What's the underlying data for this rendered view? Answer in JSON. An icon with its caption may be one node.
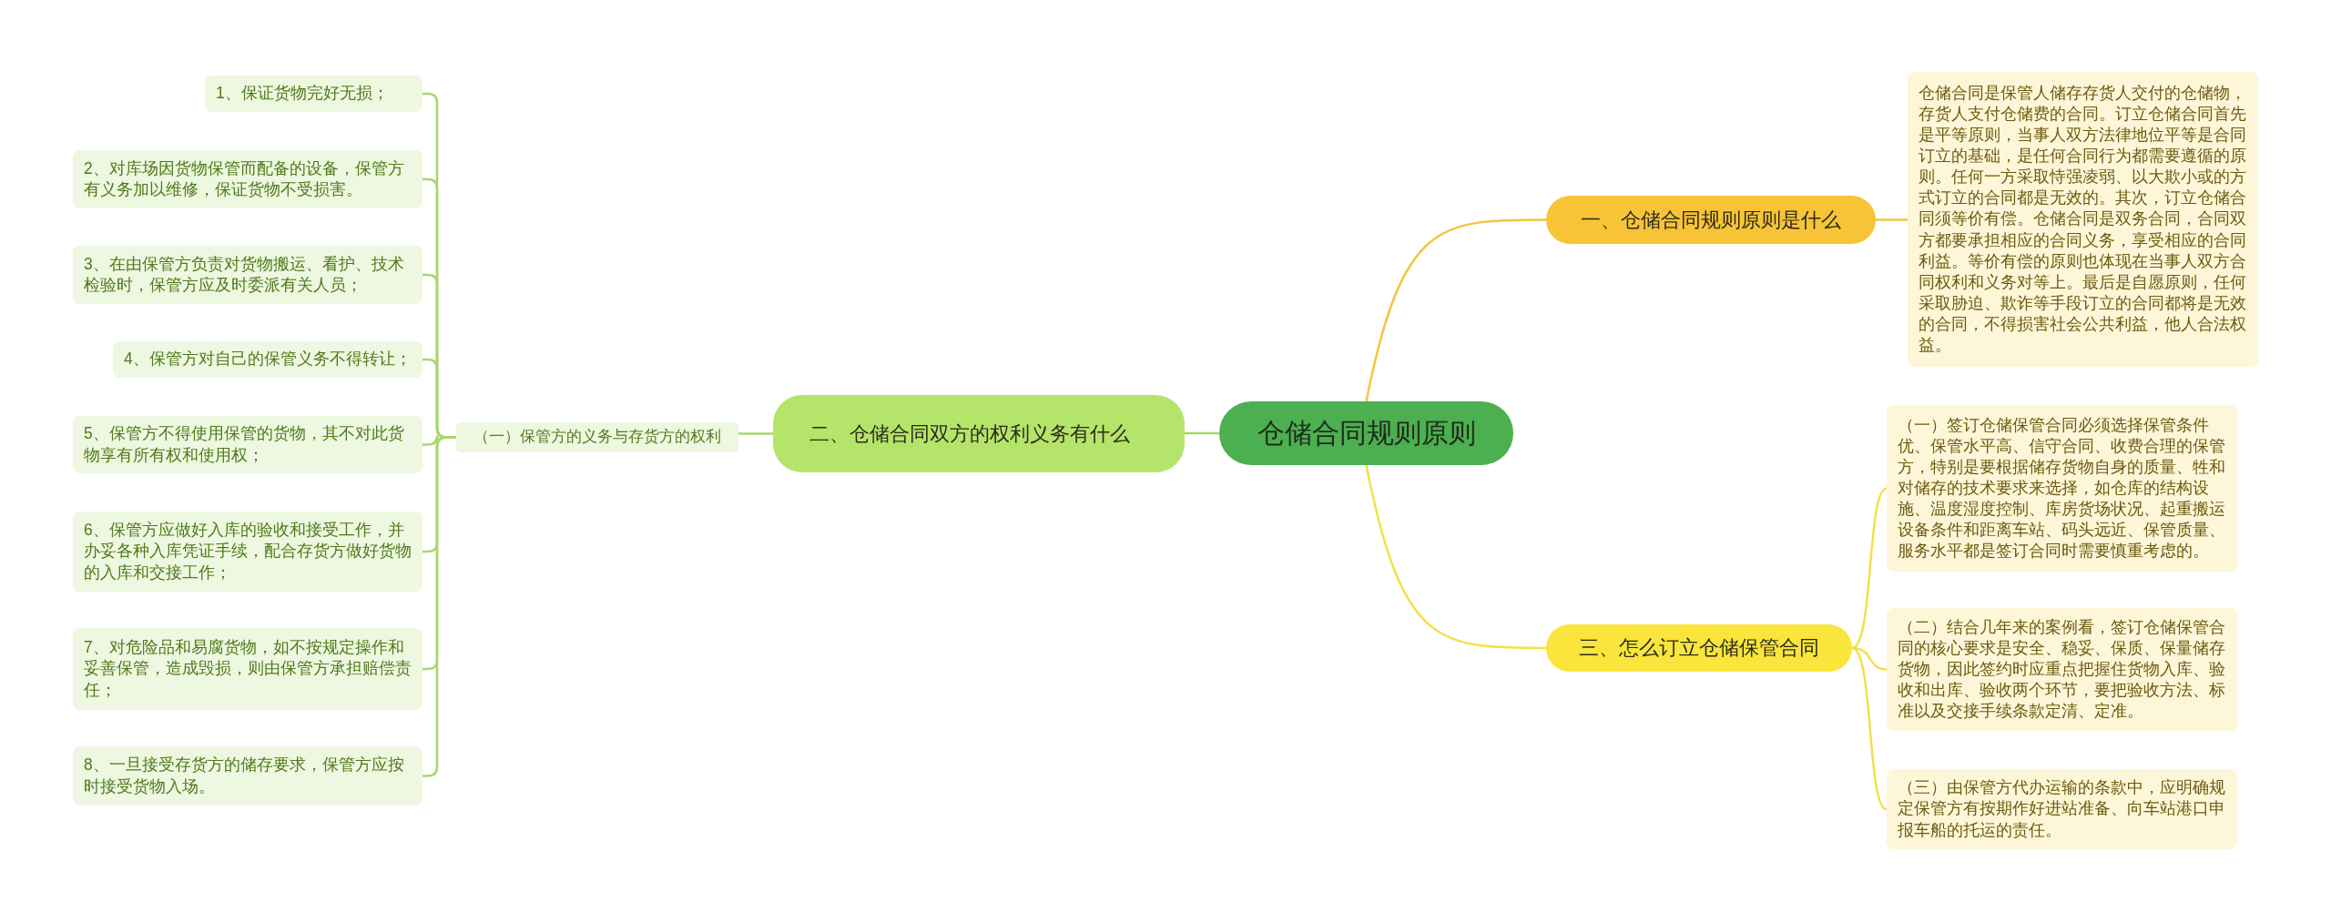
{
  "diagram": {
    "nodes": [
      {
        "text": [
          "仓储合同规则原则"
        ]
      },
      {
        "text": [
          "二、仓储合同双方的权利义务有什么"
        ]
      },
      {
        "text": [
          "（一）保管方的义务与存货方的权利"
        ]
      },
      {
        "text": [
          "1、保证货物完好无损；"
        ]
      },
      {
        "text": [
          "2、对库场因货物保管而配备的设备，保管方有义务加以维修，保证货物不受损害。"
        ]
      },
      {
        "text": [
          "3、在由保管方负责对货物搬运、看护、技术检验时，保管方应及时委派有关人员；"
        ]
      },
      {
        "text": [
          "4、保管方对自己的保管义务不得转让；"
        ]
      },
      {
        "text": [
          "5、保管方不得使用保管的货物，其不对此货物享有所有权和使用权；"
        ]
      },
      {
        "text": [
          "6、保管方应做好入库的验收和接受工作，并办妥各种入库凭证手续，配合存货方做好货物的入库和交接工作；"
        ]
      },
      {
        "text": [
          "7、对危险品和易腐货物，如不按规定操作和妥善保管，造成毁损，则由保管方承担赔偿责任；"
        ]
      },
      {
        "text": [
          "8、一旦接受存货方的储存要求，保管方应按时接受货物入场。"
        ]
      },
      {
        "text": [
          "一、仓储合同规则原则是什么"
        ]
      },
      {
        "text": [
          "仓储合同是保管人储存存货人交付的仓储物，存货人支付仓储费的合同。订立仓储合同首先是平等原则，当事人双方法律地位平等是合同订立的基础，是任何合同行为都需要遵循的原则。任何一方采取恃强凌弱、以大欺小或的方式订立的合同都是无效的。其次，订立仓储合同须等价有偿。仓储合同是双务合同，合同双方都要承担相应的合同义务，享受相应的合同利益。等价有偿的原则也体现在当事人双方合同权利和义务对等上。最后是自愿原则，任何采取胁迫、欺诈等手段订立的合同都将是无效的合同，不得损害社会公共利益，他人合法权益。"
        ]
      },
      {
        "text": [
          "三、怎么订立仓储保管合同"
        ]
      },
      {
        "text": [
          "（一）签订仓储保管合同必须选择保管条件优、保管水平高、信守合同、收费合理的保管方，特别是要根据储存货物自身的质量、牲和对储存的技术要求来选择，如仓库的结构设施、温度湿度控制、库房货场状况、起重搬运设备条件和距离车站、码头远近、保管质量、服务水平都是签订合同时需要慎重考虑的。"
        ]
      },
      {
        "text": [
          "（二）结合几年来的案例看，签订仓储保管合同的核心要求是安全、稳妥、保质、保量储存货物，因此签约时应重点把握住货物入库、验收和出库、验收两个环节，要把验收方法、标准以及交接手续条款定清、定准。"
        ]
      },
      {
        "text": [
          "（三）由保管方代办运输的条款中，应明确规定保管方有按期作好进站准备、向车站港口申报车船的托运的责任。"
        ]
      }
    ],
    "edges": [
      {
        "from": 0,
        "to": 1,
        "arrow": "none"
      },
      {
        "from": 1,
        "to": 2,
        "arrow": "none"
      },
      {
        "from": 2,
        "to": 3,
        "arrow": "none"
      },
      {
        "from": 2,
        "to": 4,
        "arrow": "none"
      },
      {
        "from": 2,
        "to": 5,
        "arrow": "none"
      },
      {
        "from": 2,
        "to": 6,
        "arrow": "none"
      },
      {
        "from": 2,
        "to": 7,
        "arrow": "none"
      },
      {
        "from": 2,
        "to": 8,
        "arrow": "none"
      },
      {
        "from": 2,
        "to": 9,
        "arrow": "none"
      },
      {
        "from": 2,
        "to": 10,
        "arrow": "none"
      },
      {
        "from": 0,
        "to": 11,
        "arrow": "none",
        "color": "#f2c542"
      },
      {
        "from": 11,
        "to": 12,
        "arrow": "none",
        "color": "#f2c542"
      },
      {
        "from": 0,
        "to": 13,
        "arrow": "none",
        "color": "#f3e048"
      },
      {
        "from": 13,
        "to": 14,
        "arrow": "none",
        "color": "#f3e048"
      },
      {
        "from": 13,
        "to": 15,
        "arrow": "none",
        "color": "#f3e048"
      },
      {
        "from": 13,
        "to": 16,
        "arrow": "none",
        "color": "#f3e048"
      }
    ]
  }
}
